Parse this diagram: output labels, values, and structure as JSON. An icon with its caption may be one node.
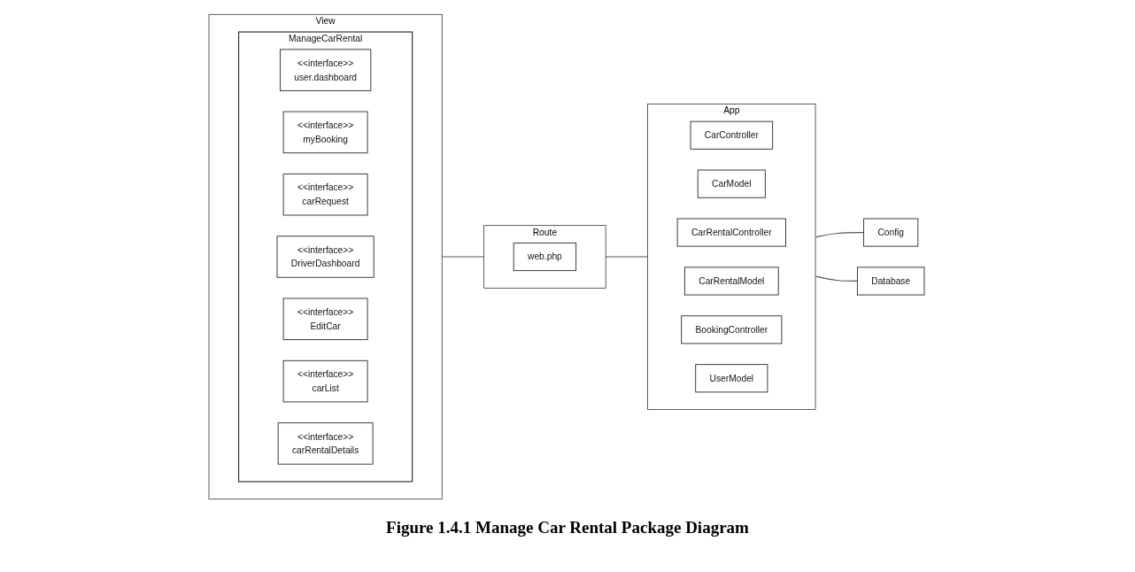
{
  "diagram": {
    "caption": "Figure 1.4.1 Manage Car Rental Package Diagram",
    "nodes": [
      {
        "text": [
          "View"
        ]
      },
      {
        "text": [
          "ManageCarRental"
        ],
        "in": 0
      },
      {
        "text": [
          "<<interface>>",
          "user.dashboard"
        ],
        "in": 1
      },
      {
        "text": [
          "<<interface>>",
          "myBooking"
        ],
        "in": 1
      },
      {
        "text": [
          "<<interface>>",
          "carRequest"
        ],
        "in": 1
      },
      {
        "text": [
          "<<interface>>",
          "DriverDashboard"
        ],
        "in": 1
      },
      {
        "text": [
          "<<interface>>",
          "EditCar"
        ],
        "in": 1
      },
      {
        "text": [
          "<<interface>>",
          "carList"
        ],
        "in": 1
      },
      {
        "text": [
          "<<interface>>",
          "carRentalDetails"
        ],
        "in": 1
      },
      {
        "text": [
          "Route"
        ]
      },
      {
        "text": [
          "web.php"
        ],
        "in": 9
      },
      {
        "text": [
          "App"
        ]
      },
      {
        "text": [
          "CarController"
        ],
        "in": 11
      },
      {
        "text": [
          "CarModel"
        ],
        "in": 11
      },
      {
        "text": [
          "CarRentalController"
        ],
        "in": 11
      },
      {
        "text": [
          "CarRentalModel"
        ],
        "in": 11
      },
      {
        "text": [
          "BookingController"
        ],
        "in": 11
      },
      {
        "text": [
          "UserModel"
        ],
        "in": 11
      },
      {
        "text": [
          "Config"
        ]
      },
      {
        "text": [
          "Database"
        ]
      }
    ],
    "edges": [
      {
        "from": 0,
        "to": 9,
        "arrow": "none"
      },
      {
        "from": 9,
        "to": 11,
        "arrow": "none"
      },
      {
        "from": 11,
        "to": 18,
        "arrow": "none"
      },
      {
        "from": 11,
        "to": 19,
        "arrow": "none"
      }
    ]
  }
}
